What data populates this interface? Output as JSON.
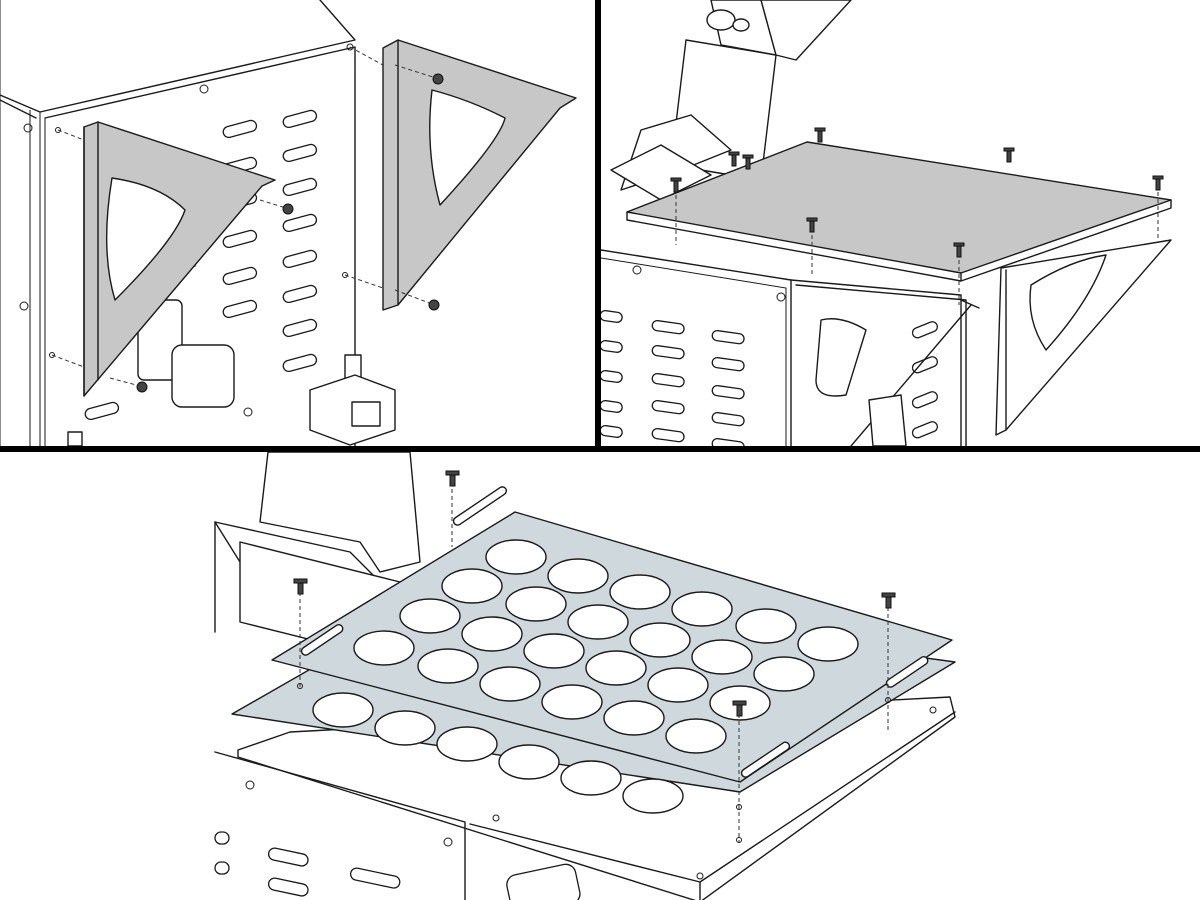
{
  "figure": {
    "panels": [
      {
        "step": "mount-side-brackets"
      },
      {
        "step": "mount-top-plate"
      },
      {
        "step": "mount-perforated-plates"
      }
    ]
  }
}
